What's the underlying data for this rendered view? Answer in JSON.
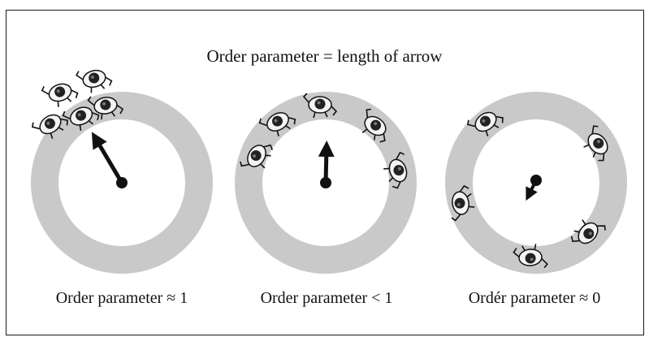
{
  "title": "Order parameter = length of arrow",
  "panels": [
    {
      "caption": "Order parameter ≈ 1",
      "order_parameter": 1.0,
      "arrow_direction": "up-left",
      "runner_count": 5
    },
    {
      "caption": "Order parameter <  1",
      "order_parameter": 0.6,
      "arrow_direction": "up",
      "runner_count": 5
    },
    {
      "caption": "Ordér parameter ≈ 0",
      "order_parameter": 0.05,
      "arrow_direction": "down-left",
      "runner_count": 5
    }
  ],
  "colors": {
    "ring": "#c9c9c9",
    "ink": "#111111",
    "frame": "#1a1a1a"
  }
}
